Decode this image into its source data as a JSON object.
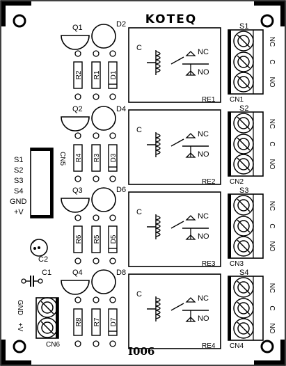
{
  "brand": "KOTEQ",
  "board_id": "I006",
  "transistors": [
    "Q1",
    "Q2",
    "Q3",
    "Q4"
  ],
  "diodes_round": [
    "D2",
    "D4",
    "D6",
    "D8"
  ],
  "relays": [
    {
      "label": "RE1",
      "nc": "NC",
      "no": "NO",
      "coil": "C"
    },
    {
      "label": "RE2",
      "nc": "NC",
      "no": "NO",
      "coil": "C"
    },
    {
      "label": "RE3",
      "nc": "NC",
      "no": "NO",
      "coil": "C"
    },
    {
      "label": "RE4",
      "nc": "NC",
      "no": "NO",
      "coil": "C"
    }
  ],
  "switch_labels": [
    "S1",
    "S2",
    "S3",
    "S4"
  ],
  "connectors": [
    "CN1",
    "CN2",
    "CN3",
    "CN4"
  ],
  "terminal_pins": [
    "NC",
    "C",
    "NO"
  ],
  "resistor_rows": [
    [
      "R2",
      "R1",
      "D1"
    ],
    [
      "R4",
      "R3",
      "D3"
    ],
    [
      "R6",
      "R5",
      "D5"
    ],
    [
      "R8",
      "R7",
      "D7"
    ]
  ],
  "cn5": {
    "label": "CN5",
    "pins": [
      "S1",
      "S2",
      "S3",
      "S4",
      "GND",
      "+V"
    ]
  },
  "c2": {
    "label": "C2",
    "plus": "+"
  },
  "c1": {
    "label": "C1"
  },
  "cn6": {
    "label": "CN6",
    "pins": [
      "GND",
      "+V"
    ]
  }
}
